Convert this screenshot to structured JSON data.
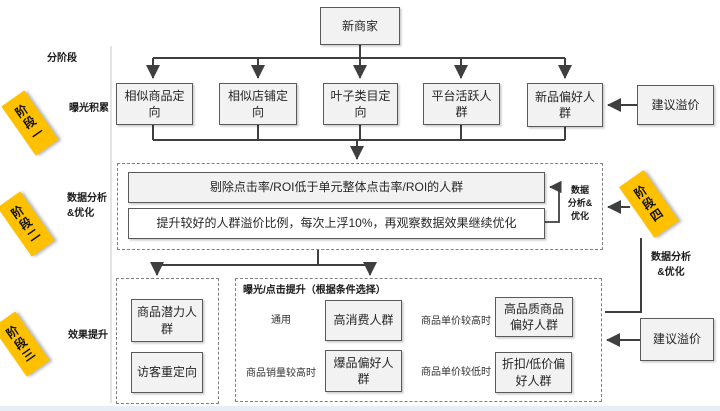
{
  "root": {
    "label": "新商家"
  },
  "rail": {
    "header": "分阶段",
    "phase1_tag": "阶段一",
    "phase1_label": "曝光积累",
    "phase2_tag": "阶段二",
    "phase2_label": "数据分析\n&优化",
    "phase3_tag": "阶段三",
    "phase3_label": "效果提升",
    "phase4_tag": "阶段四",
    "phase4_label": "数据分析\n&优化"
  },
  "audiences": [
    {
      "label": "相似商品定向"
    },
    {
      "label": "相似店铺定向"
    },
    {
      "label": "叶子类目定向"
    },
    {
      "label": "平台活跃人群"
    },
    {
      "label": "新品偏好人群"
    }
  ],
  "premium_top": {
    "label": "建议溢价"
  },
  "premium_bottom": {
    "label": "建议溢价"
  },
  "optimize": {
    "rule_exclude": "剔除点击率/ROI低于单元整体点击率/ROI的人群",
    "rule_raise": "提升较好的人群溢价比例，每次上浮10%，再观察数据效果继续优化",
    "loop_label": "数据\n分析&\n优化"
  },
  "retarget": {
    "box1": "商品潜力人群",
    "box2": "访客重定向"
  },
  "boost": {
    "title": "曝光/点击提升（根据条件选择）",
    "cells": [
      {
        "condition": "通用",
        "audience": "高消费人群"
      },
      {
        "condition": "商品单价较高时",
        "audience": "高品质商品偏好人群"
      },
      {
        "condition": "商品销量较高时",
        "audience": "爆品偏好人群"
      },
      {
        "condition": "商品单价较低时",
        "audience": "折扣/低价偏好人群"
      }
    ]
  },
  "colors": {
    "phase_tag": "#FFC000",
    "box_fill": "#F2F2F2",
    "line": "#3F3F3F"
  }
}
